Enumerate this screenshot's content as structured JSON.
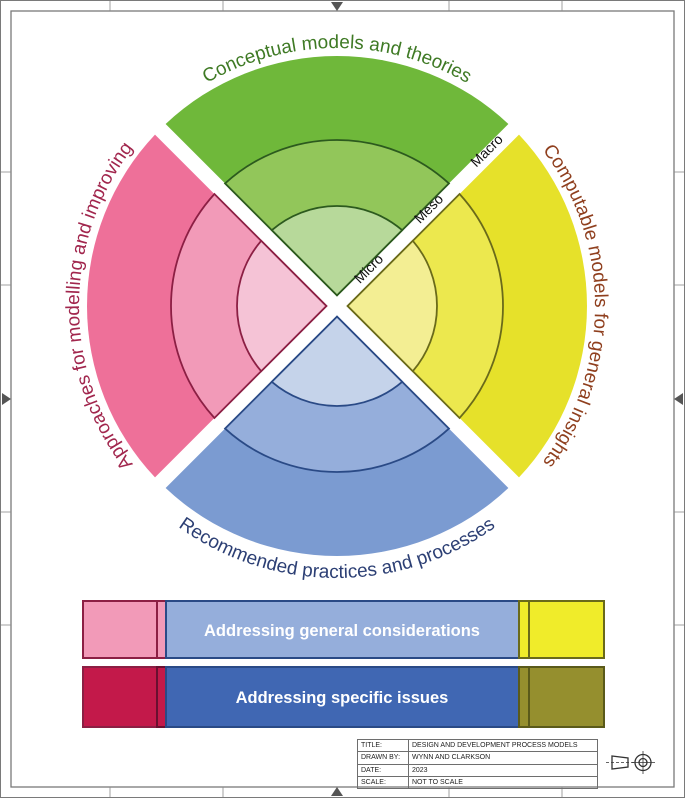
{
  "quadrants": {
    "top": {
      "label": "Conceptual models and theories",
      "colors": [
        "#6fb83a",
        "#92c65a",
        "#b7d99a"
      ],
      "text_color": "#3f7a25",
      "stroke": "#2c5a1e"
    },
    "right": {
      "label": "Computable models for general insights",
      "colors": [
        "#e6e12a",
        "#ece84e",
        "#f3ee93"
      ],
      "text_color": "#8f3f1e",
      "stroke": "#6a6a1a"
    },
    "bottom": {
      "label": "Recommended practices and processes",
      "colors": [
        "#7b9bd1",
        "#95aedb",
        "#c5d3ea"
      ],
      "text_color": "#2c3f74",
      "stroke": "#2a4a86"
    },
    "left": {
      "label": "Approaches for modelling and improving",
      "colors": [
        "#ee7099",
        "#f29ab8",
        "#f5c3d6"
      ],
      "text_color": "#a1264d",
      "stroke": "#8c1f44"
    }
  },
  "levels": [
    "Micro",
    "Meso",
    "Macro"
  ],
  "bars": {
    "general": {
      "label": "Addressing general considerations",
      "left_color": "#f29ab8",
      "mid_color": "#95aedb",
      "right_color": "#f0ec2a"
    },
    "specific": {
      "label": "Addressing specific issues",
      "left_color": "#c3194a",
      "mid_color": "#4067b3",
      "right_color": "#958f2e"
    }
  },
  "titleblock": {
    "title_key": "TITLE:",
    "title_val": "DESIGN AND DEVELOPMENT PROCESS MODELS",
    "drawn_key": "DRAWN BY:",
    "drawn_val": "WYNN AND CLARKSON",
    "date_key": "DATE:",
    "date_val": "2023",
    "scale_key": "SCALE:",
    "scale_val": "NOT TO SCALE"
  }
}
